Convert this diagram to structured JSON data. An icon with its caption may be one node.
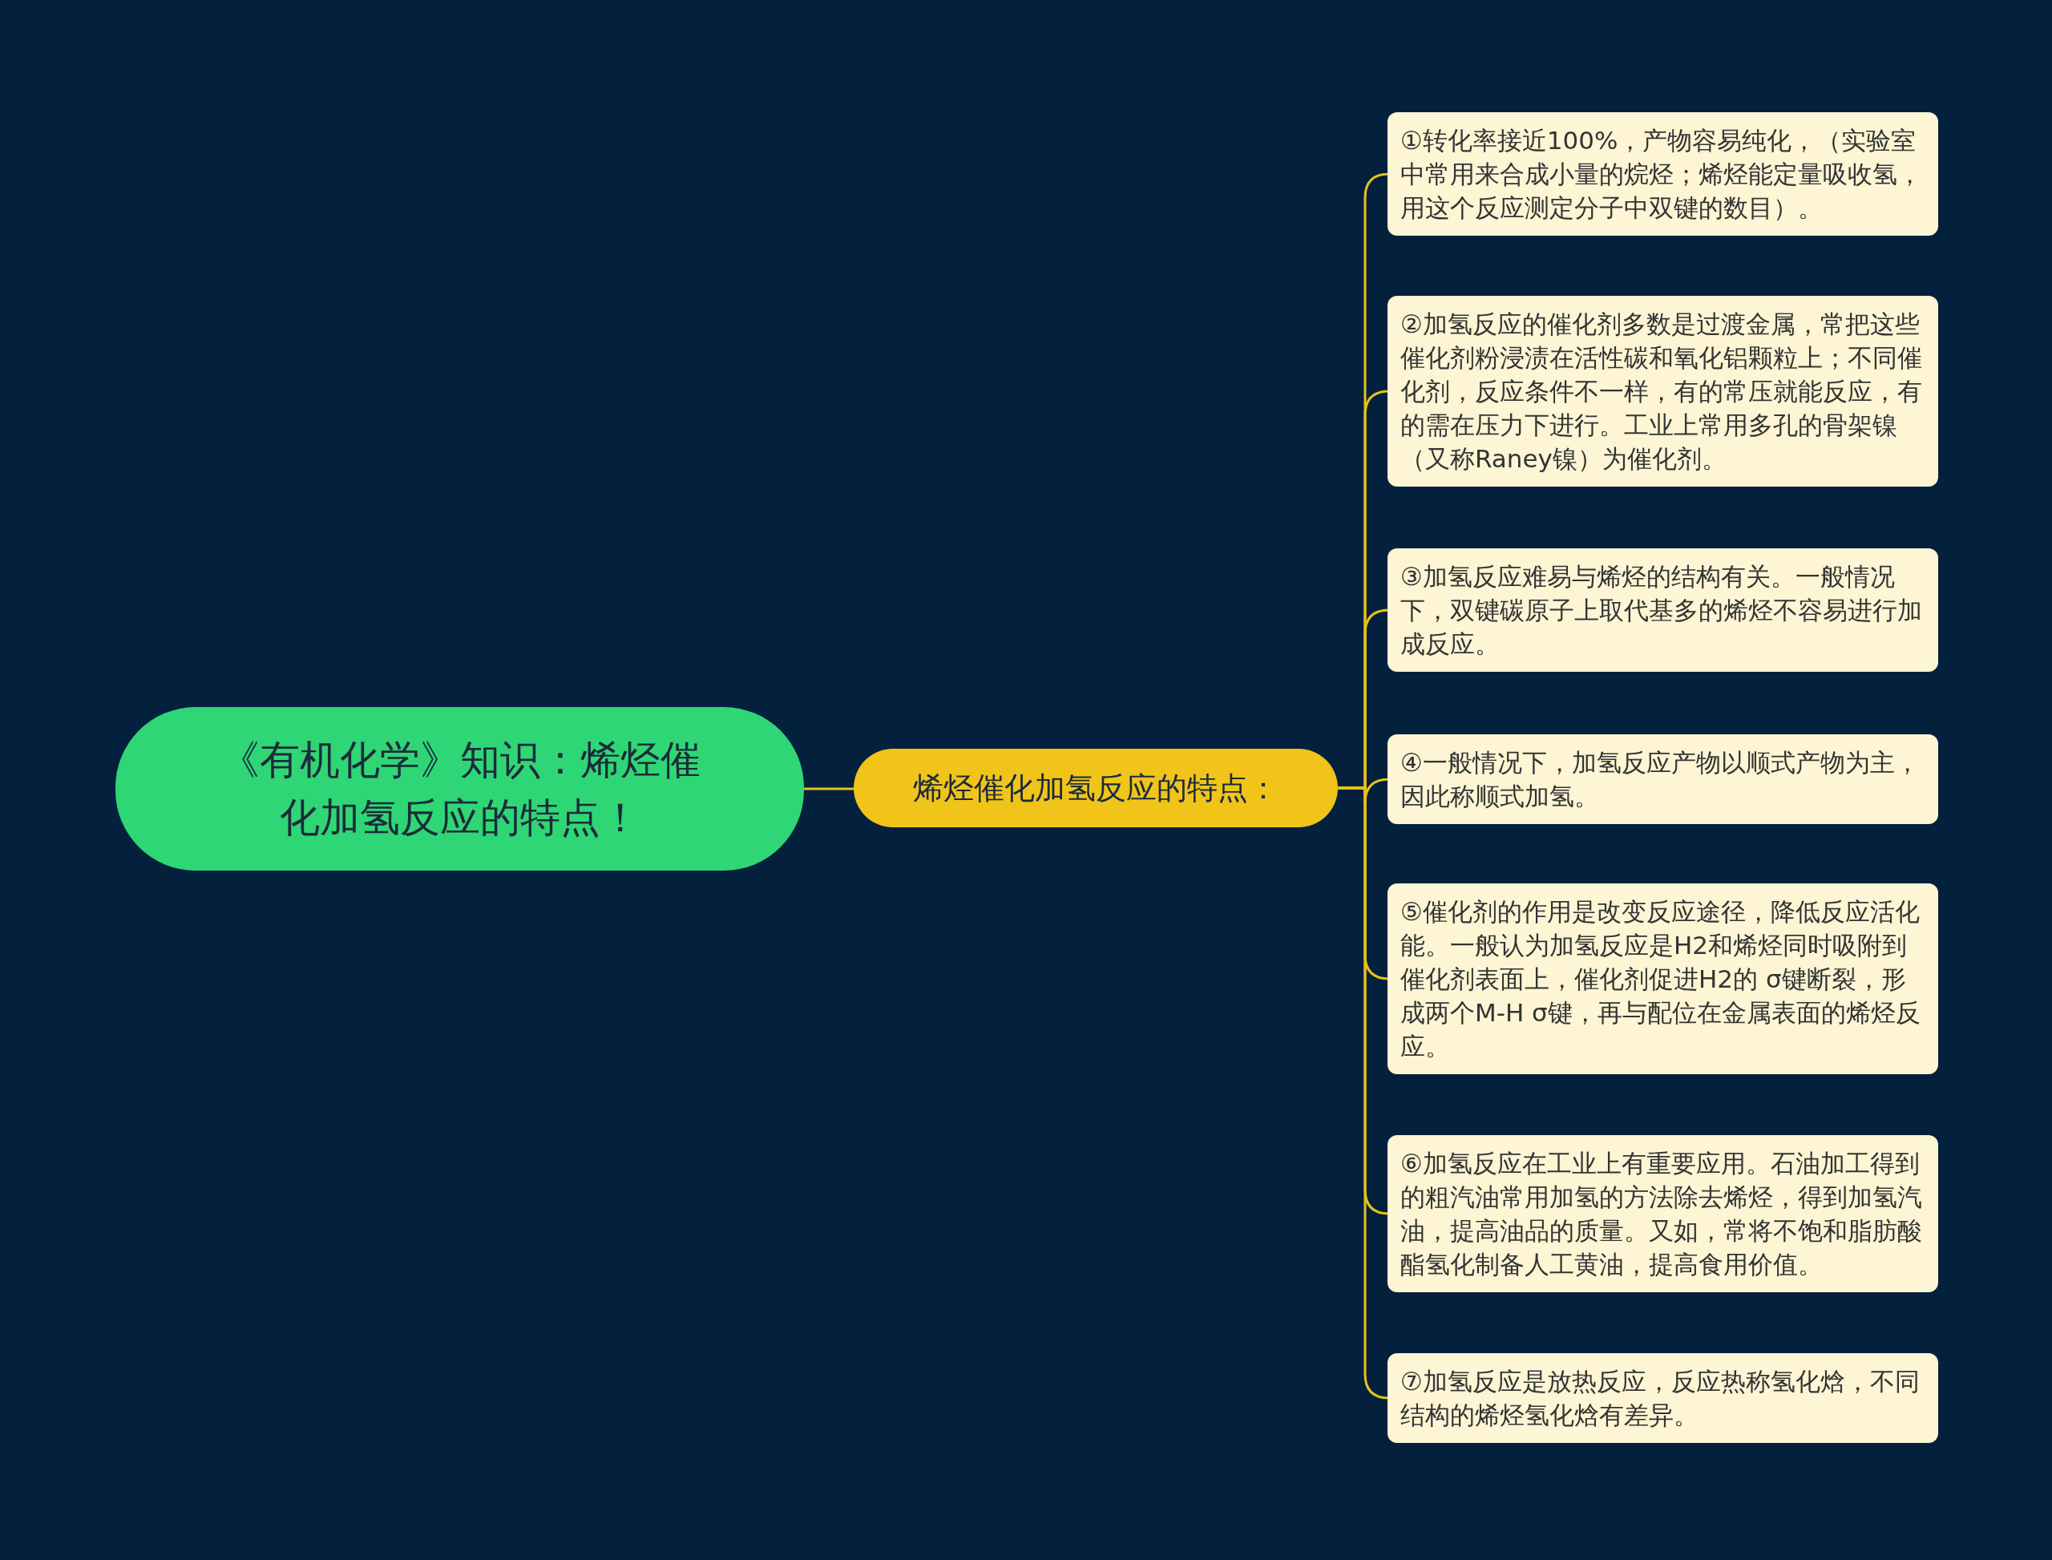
{
  "diagram": {
    "nodes": [
      {
        "text": [
          "《有机化学》知识：烯烃催化加氢反应的特点！"
        ]
      },
      {
        "text": [
          "烯烃催化加氢反应的特点："
        ]
      },
      {
        "text": [
          "①转化率接近100%，产物容易纯化，（实验室中常用来合成小量的烷烃；烯烃能定量吸收氢，用这个反应测定分子中双键的数目）。"
        ]
      },
      {
        "text": [
          "②加氢反应的催化剂多数是过渡金属，常把这些催化剂粉浸渍在活性碳和氧化铝颗粒上；不同催化剂，反应条件不一样，有的常压就能反应，有的需在压力下进行。工业上常用多孔的骨架镍（又称Raney镍）为催化剂。"
        ]
      },
      {
        "text": [
          "③加氢反应难易与烯烃的结构有关。一般情况下，双键碳原子上取代基多的烯烃不容易进行加成反应。"
        ]
      },
      {
        "text": [
          "④一般情况下，加氢反应产物以顺式产物为主，因此称顺式加氢。"
        ]
      },
      {
        "text": [
          "⑤催化剂的作用是改变反应途径，降低反应活化能。一般认为加氢反应是H2和烯烃同时吸附到催化剂表面上，催化剂促进H2的 σ键断裂，形成两个M-H σ键，再与配位在金属表面的烯烃反应。"
        ]
      },
      {
        "text": [
          "⑥加氢反应在工业上有重要应用。石油加工得到的粗汽油常用加氢的方法除去烯烃，得到加氢汽油，提高油品的质量。又如，常将不饱和脂肪酸酯氢化制备人工黄油，提高食用价值。"
        ]
      },
      {
        "text": [
          "⑦加氢反应是放热反应，反应热称氢化焓，不同结构的烯烃氢化焓有差异。"
        ]
      }
    ],
    "edges": [
      {
        "from": 0,
        "to": 1,
        "arrow": "none"
      },
      {
        "from": 1,
        "to": 2,
        "arrow": "none"
      },
      {
        "from": 1,
        "to": 3,
        "arrow": "none"
      },
      {
        "from": 1,
        "to": 4,
        "arrow": "none"
      },
      {
        "from": 1,
        "to": 5,
        "arrow": "none"
      },
      {
        "from": 1,
        "to": 6,
        "arrow": "none"
      },
      {
        "from": 1,
        "to": 7,
        "arrow": "none"
      },
      {
        "from": 1,
        "to": 8,
        "arrow": "none"
      }
    ]
  }
}
